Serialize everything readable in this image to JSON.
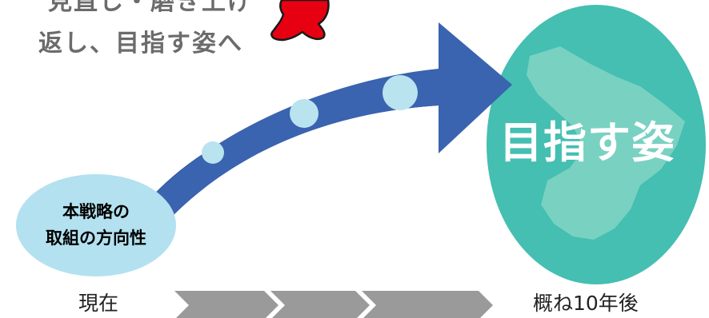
{
  "diagram": {
    "caption_line1": "見直し・磨き上げ",
    "caption_line2": "返し、目指す姿へ",
    "start": {
      "line1": "本戦略の",
      "line2": "取組の方向性"
    },
    "goal": {
      "label": "目指す姿"
    },
    "timeline": {
      "start_label": "現在",
      "end_label": "概ね10年後",
      "steps": 3
    },
    "colors": {
      "arrow": "#3a63b0",
      "arrow_dark": "#2f4f8f",
      "dots": "#b9e3ef",
      "start_ellipse": "#b3e1ef",
      "goal_circle": "#44bfb1",
      "goal_map": "#7fd3c4",
      "timeline_chevrons": "#9a9a9a",
      "mascot": "#e60012",
      "caption_text": "#6b6b6b"
    },
    "icons": [
      "mascot-icon",
      "chiba-map-icon"
    ]
  }
}
